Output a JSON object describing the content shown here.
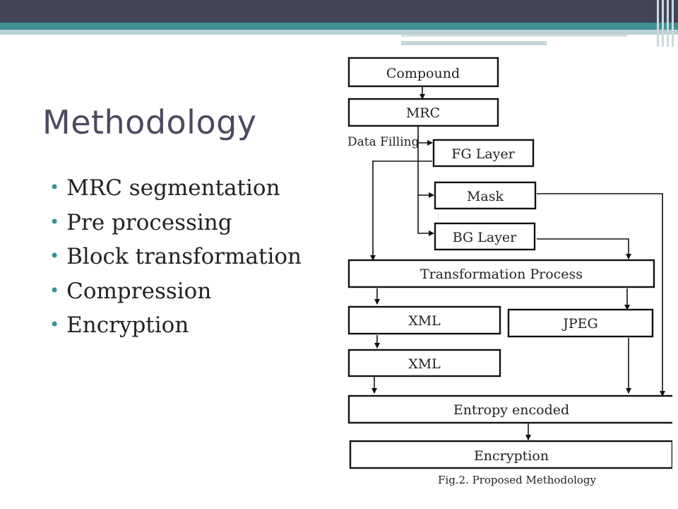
{
  "slide": {
    "title": "Methodology",
    "bullets": [
      "MRC segmentation",
      "Pre processing",
      "Block transformation",
      "Compression",
      "Encryption"
    ]
  },
  "figure": {
    "nodes": {
      "compound": "Compound",
      "mrc": "MRC",
      "fg_layer": "FG Layer",
      "mask": "Mask",
      "bg_layer": "BG Layer",
      "transformation": "Transformation Process",
      "xml1": "XML",
      "jpeg": "JPEG",
      "xml2": "XML",
      "entropy": "Entropy encoded",
      "encryption": "Encryption"
    },
    "annotation": "Data Filling",
    "caption": "Fig.2. Proposed Methodology"
  },
  "theme": {
    "header_dark": "#434456",
    "accent_teal": "#3f8f93",
    "title_color": "#4a4b5e"
  }
}
